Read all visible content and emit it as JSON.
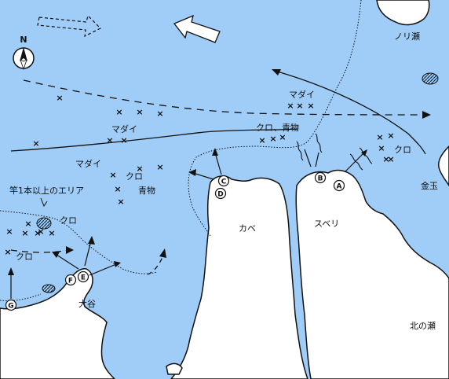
{
  "compass": {
    "letter": "N"
  },
  "labels": {
    "nori_se": "ノリ瀬",
    "madai_ne": "マダイ",
    "kuro_aomono_ne": "クロ、青物",
    "kuro_ne": "クロ",
    "kindama": "金玉",
    "madai_nw": "マダイ",
    "madai_w": "マダイ",
    "kuro_w": "クロ",
    "aomono_w": "青物",
    "zone_note": "竿1本以上のエリア",
    "kuro_sw1": "クロ",
    "kuro_sw2": "クロ",
    "kabe": "カベ",
    "suberi": "スベリ",
    "ootani": "大谷",
    "kita_no_se": "北の瀬"
  },
  "points": {
    "A": "A",
    "B": "B",
    "C": "C",
    "D": "D",
    "E": "E",
    "F": "F",
    "G": "G"
  },
  "fish_mark_symbol": "×",
  "colors": {
    "sea": "#9fcdf7",
    "land": "#ffffff",
    "line": "#111111"
  }
}
